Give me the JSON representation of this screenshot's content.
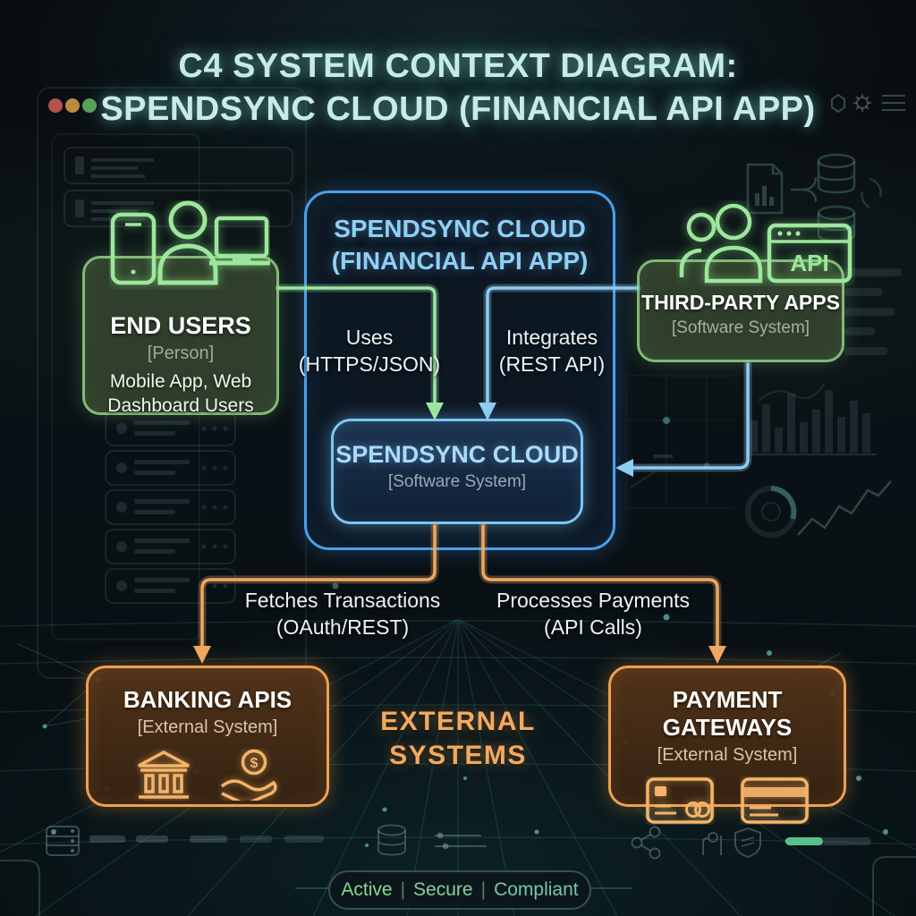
{
  "title": {
    "line1": "C4 SYSTEM CONTEXT DIAGRAM:",
    "line2": "SPENDSYNC CLOUD (FINANCIAL API APP)"
  },
  "outer_system": {
    "title_line1": "SPENDSYNC CLOUD",
    "title_line2": "(FINANCIAL API APP)"
  },
  "nodes": {
    "end_users": {
      "name": "END USERS",
      "type": "[Person]",
      "desc_line1": "Mobile App, Web",
      "desc_line2": "Dashboard Users"
    },
    "third_party": {
      "name": "THIRD-PARTY APPS",
      "type": "[Software System]",
      "api_label": "API"
    },
    "core": {
      "name": "SPENDSYNC CLOUD",
      "type": "[Software System]"
    },
    "banking": {
      "name": "BANKING APIS",
      "type": "[External System]"
    },
    "payments": {
      "name": "PAYMENT GATEWAYS",
      "type": "[External System]"
    }
  },
  "edges": {
    "uses": {
      "line1": "Uses",
      "line2": "(HTTPS/JSON)"
    },
    "integrates": {
      "line1": "Integrates",
      "line2": "(REST API)"
    },
    "fetches": {
      "line1": "Fetches Transactions",
      "line2": "(OAuth/REST)"
    },
    "processes": {
      "line1": "Processes Payments",
      "line2": "(API Calls)"
    }
  },
  "external_label": {
    "line1": "EXTERNAL",
    "line2": "SYSTEMS"
  },
  "status_bar": {
    "items": [
      "Active",
      "Secure",
      "Compliant"
    ],
    "separator": "|"
  },
  "colors": {
    "title_cyan": "#c7ece8",
    "system_blue": "#8fd0f5",
    "inner_blue": "#aadcfa",
    "green": "#9de79d",
    "green_border": "#84b878",
    "orange": "#f2a95f",
    "orange_border": "#ef9f52",
    "arrow_green": "#9be6a0",
    "arrow_blue": "#8ecdf2",
    "arrow_orange": "#f0a860",
    "status_active": "#84da8e",
    "status_secure": "#87cfa0",
    "status_compliant": "#78c5ab",
    "traffic_red": "#b5524c",
    "traffic_yellow": "#bd8a3f",
    "traffic_green": "#57a257"
  }
}
